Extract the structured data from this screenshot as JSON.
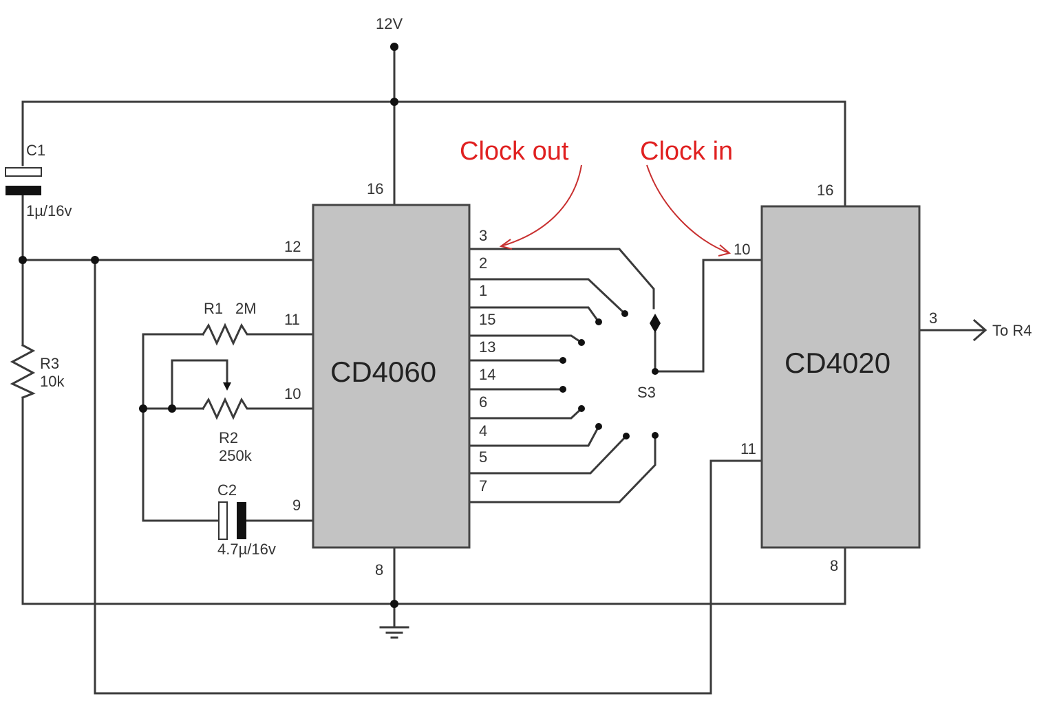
{
  "supply": {
    "label": "12V"
  },
  "annotations": {
    "clock_out": "Clock out",
    "clock_in": "Clock in"
  },
  "output": {
    "label": "To R4"
  },
  "chips": {
    "u1": {
      "name": "CD4060",
      "pins": {
        "vdd": "16",
        "gnd": "8",
        "p12": "12",
        "p11": "11",
        "p10": "10",
        "p9": "9",
        "q3": "3",
        "q2": "2",
        "q1": "1",
        "q15": "15",
        "q13": "13",
        "q14": "14",
        "q6": "6",
        "q4": "4",
        "q5": "5",
        "q7": "7"
      }
    },
    "u2": {
      "name": "CD4020",
      "pins": {
        "vdd": "16",
        "gnd": "8",
        "clk": "10",
        "rst": "11",
        "out": "3"
      }
    }
  },
  "components": {
    "c1": {
      "name": "C1",
      "value": "1µ/16v"
    },
    "r3": {
      "name": "R3",
      "value": "10k"
    },
    "r1": {
      "name": "R1",
      "value": "2M"
    },
    "r2": {
      "name": "R2",
      "value": "250k"
    },
    "c2": {
      "name": "C2",
      "value": "4.7µ/16v"
    },
    "s3": {
      "name": "S3"
    }
  }
}
